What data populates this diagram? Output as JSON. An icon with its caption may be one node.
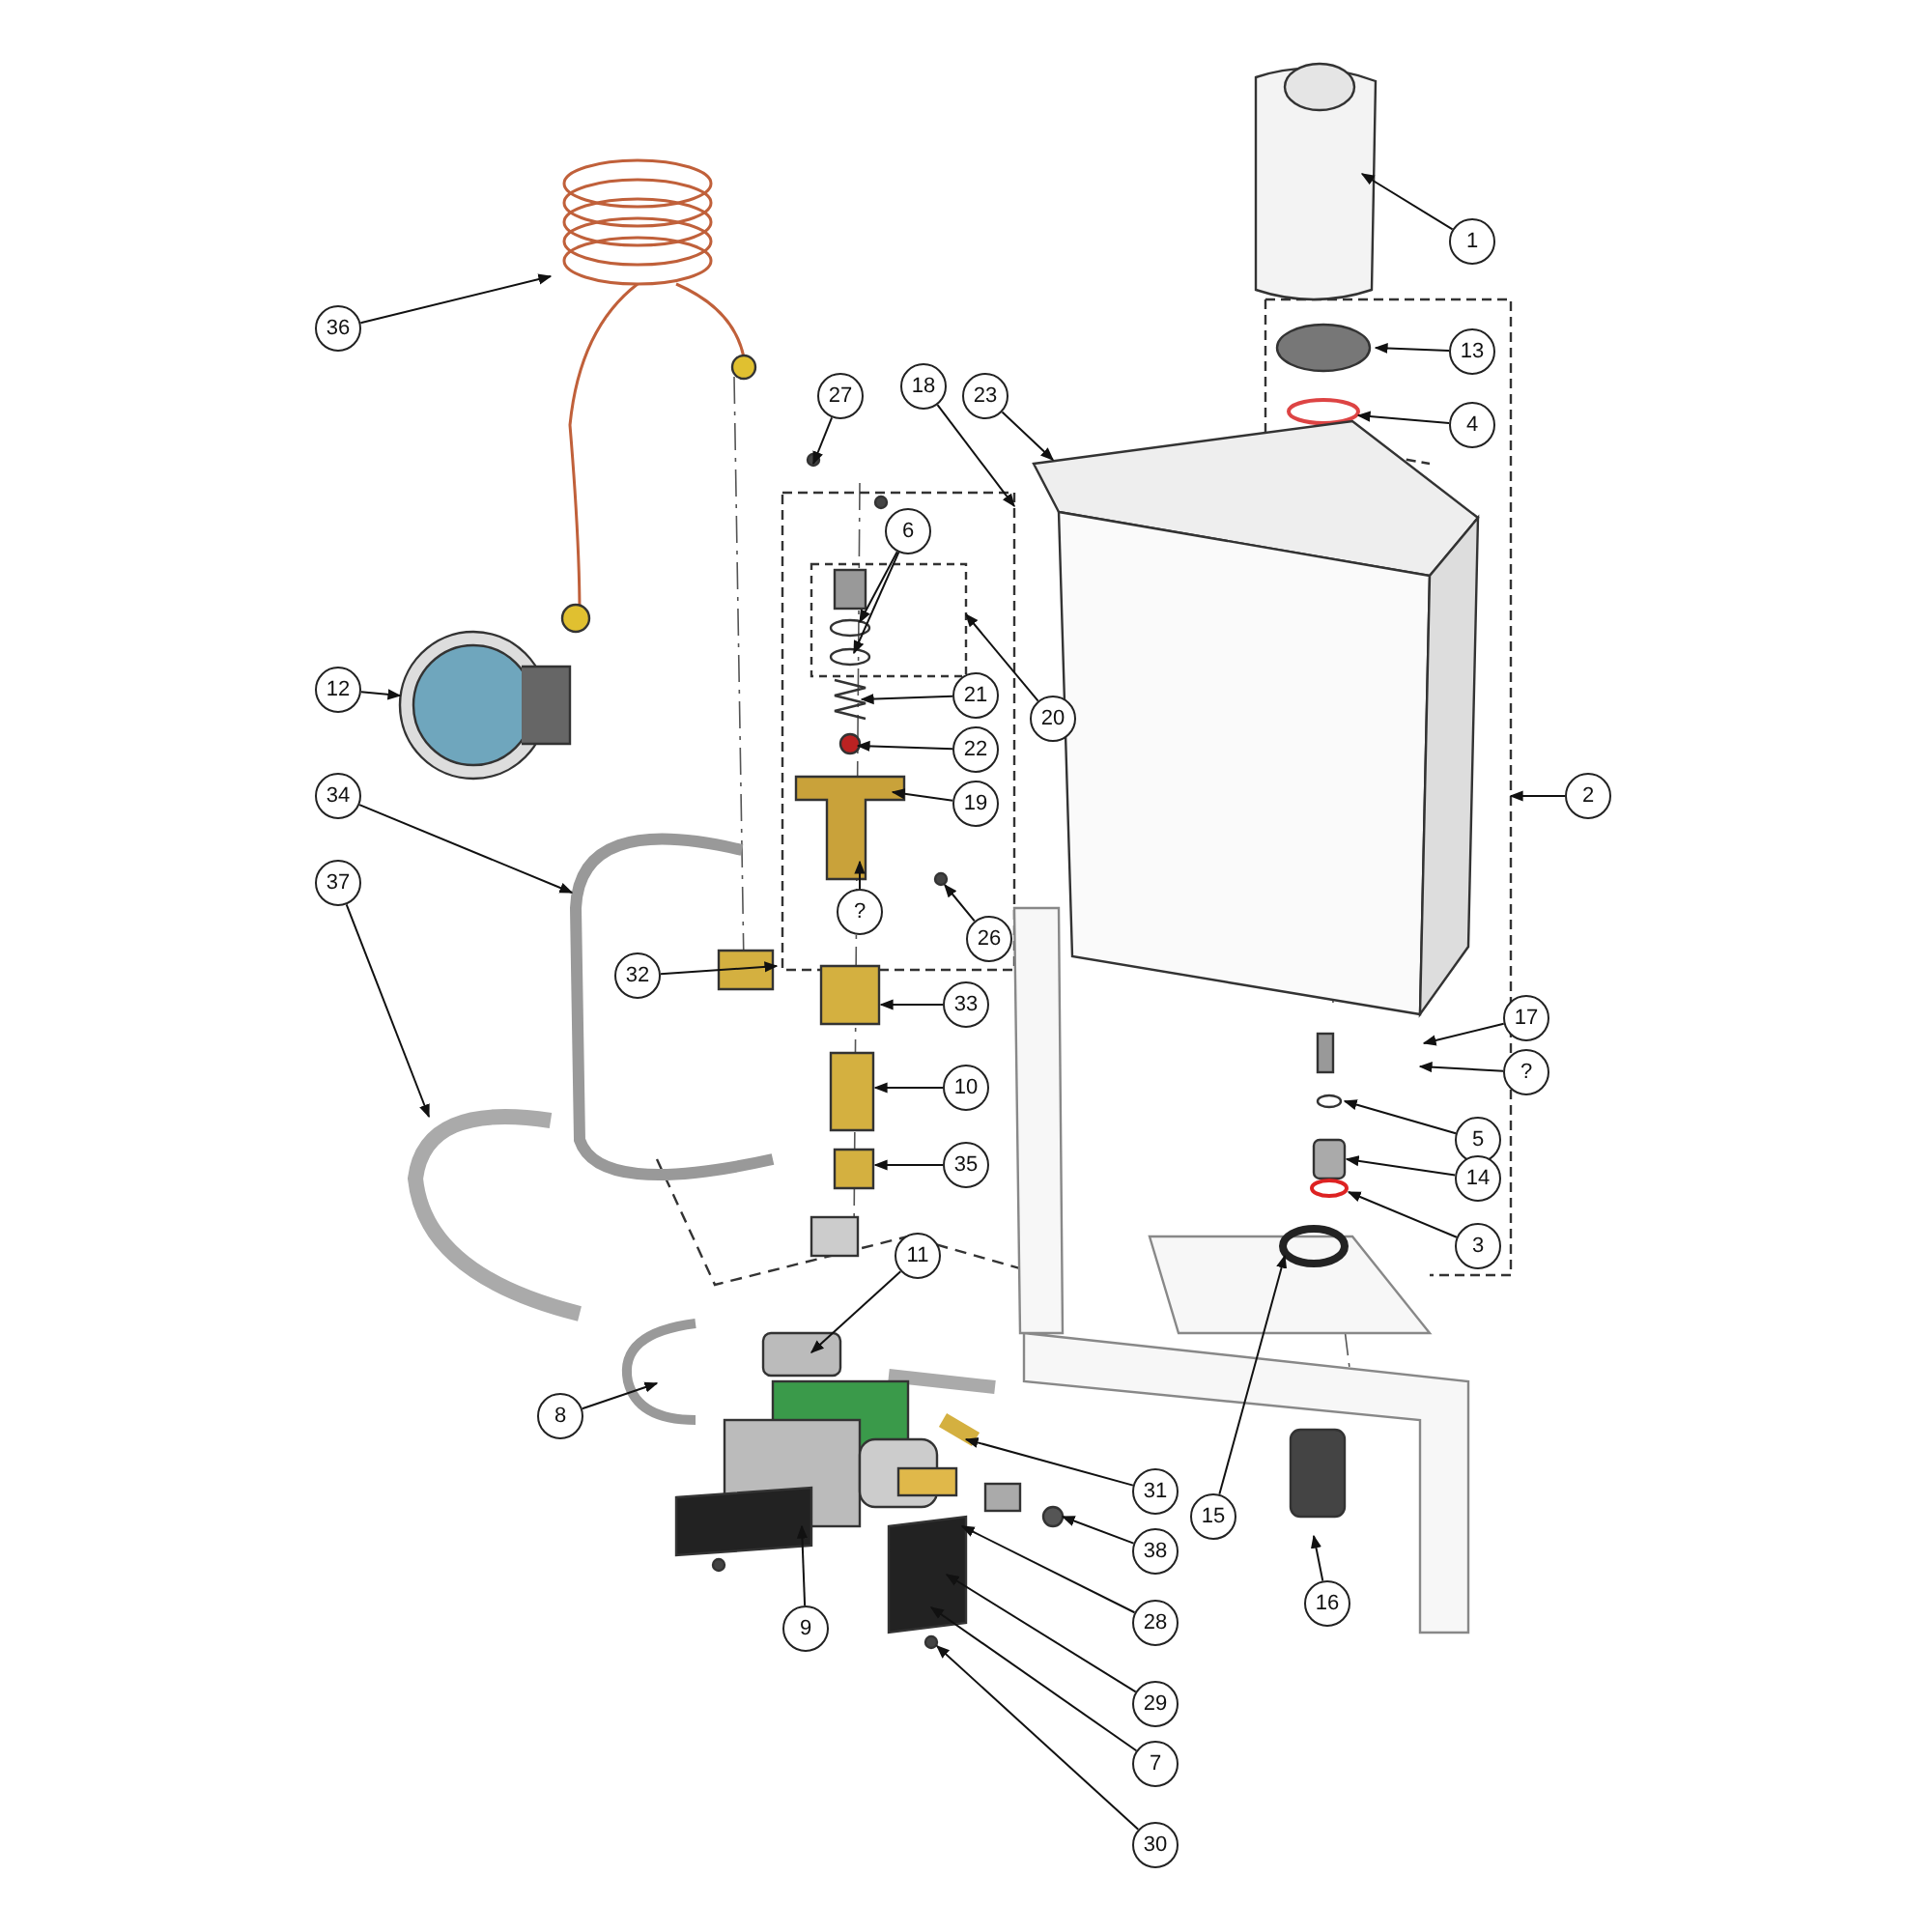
{
  "diagram": {
    "nodes": [
      {
        "text": [
          "1"
        ]
      },
      {
        "text": [
          "36"
        ]
      },
      {
        "text": [
          "13"
        ]
      },
      {
        "text": [
          "27"
        ]
      },
      {
        "text": [
          "18"
        ]
      },
      {
        "text": [
          "23"
        ]
      },
      {
        "text": [
          "4"
        ]
      },
      {
        "text": [
          "6"
        ]
      },
      {
        "text": [
          "12"
        ]
      },
      {
        "text": [
          "21"
        ]
      },
      {
        "text": [
          "20"
        ]
      },
      {
        "text": [
          "22"
        ]
      },
      {
        "text": [
          "34"
        ]
      },
      {
        "text": [
          "19"
        ]
      },
      {
        "text": [
          "2"
        ]
      },
      {
        "text": [
          "37"
        ]
      },
      {
        "text": [
          "?"
        ]
      },
      {
        "text": [
          "26"
        ]
      },
      {
        "text": [
          "32"
        ]
      },
      {
        "text": [
          "33"
        ]
      },
      {
        "text": [
          "17"
        ]
      },
      {
        "text": [
          "?"
        ]
      },
      {
        "text": [
          "10"
        ]
      },
      {
        "text": [
          "5"
        ]
      },
      {
        "text": [
          "35"
        ]
      },
      {
        "text": [
          "14"
        ]
      },
      {
        "text": [
          "3"
        ]
      },
      {
        "text": [
          "11"
        ]
      },
      {
        "text": [
          "8"
        ]
      },
      {
        "text": [
          "31"
        ]
      },
      {
        "text": [
          "15"
        ]
      },
      {
        "text": [
          "38"
        ]
      },
      {
        "text": [
          "16"
        ]
      },
      {
        "text": [
          "28"
        ]
      },
      {
        "text": [
          "9"
        ]
      },
      {
        "text": [
          "29"
        ]
      },
      {
        "text": [
          "7"
        ]
      },
      {
        "text": [
          "30"
        ]
      }
    ],
    "edges": [
      {
        "from": 0,
        "to": null,
        "arrow": "to"
      },
      {
        "from": 1,
        "to": null,
        "arrow": "to"
      },
      {
        "from": 2,
        "to": null,
        "arrow": "to"
      },
      {
        "from": 3,
        "to": null,
        "arrow": "to"
      },
      {
        "from": 4,
        "to": null,
        "arrow": "to"
      },
      {
        "from": 5,
        "to": null,
        "arrow": "to"
      },
      {
        "from": 6,
        "to": null,
        "arrow": "to"
      },
      {
        "from": 7,
        "to": null,
        "arrow": "to"
      },
      {
        "from": 7,
        "to": null,
        "arrow": "to"
      },
      {
        "from": 8,
        "to": null,
        "arrow": "to"
      },
      {
        "from": 9,
        "to": null,
        "arrow": "to"
      },
      {
        "from": 10,
        "to": null,
        "arrow": "to"
      },
      {
        "from": 11,
        "to": null,
        "arrow": "to"
      },
      {
        "from": 12,
        "to": null,
        "arrow": "to"
      },
      {
        "from": 13,
        "to": null,
        "arrow": "to"
      },
      {
        "from": 14,
        "to": null,
        "arrow": "to"
      },
      {
        "from": 15,
        "to": null,
        "arrow": "to"
      },
      {
        "from": 16,
        "to": null,
        "arrow": "to"
      },
      {
        "from": 17,
        "to": null,
        "arrow": "to"
      },
      {
        "from": 18,
        "to": null,
        "arrow": "to"
      },
      {
        "from": 19,
        "to": null,
        "arrow": "to"
      },
      {
        "from": 20,
        "to": null,
        "arrow": "to"
      },
      {
        "from": 21,
        "to": null,
        "arrow": "to"
      },
      {
        "from": 22,
        "to": null,
        "arrow": "to"
      },
      {
        "from": 23,
        "to": null,
        "arrow": "to"
      },
      {
        "from": 24,
        "to": null,
        "arrow": "to"
      },
      {
        "from": 25,
        "to": null,
        "arrow": "to"
      },
      {
        "from": 26,
        "to": null,
        "arrow": "to"
      },
      {
        "from": 27,
        "to": null,
        "arrow": "to"
      },
      {
        "from": 28,
        "to": null,
        "arrow": "to"
      },
      {
        "from": 29,
        "to": null,
        "arrow": "to"
      },
      {
        "from": 30,
        "to": null,
        "arrow": "to"
      },
      {
        "from": 31,
        "to": null,
        "arrow": "to"
      },
      {
        "from": 32,
        "to": null,
        "arrow": "to"
      },
      {
        "from": 33,
        "to": null,
        "arrow": "to"
      },
      {
        "from": 34,
        "to": null,
        "arrow": "to"
      },
      {
        "from": 35,
        "to": null,
        "arrow": "to"
      },
      {
        "from": 36,
        "to": null,
        "arrow": "to"
      },
      {
        "from": 37,
        "to": null,
        "arrow": "to"
      }
    ]
  }
}
